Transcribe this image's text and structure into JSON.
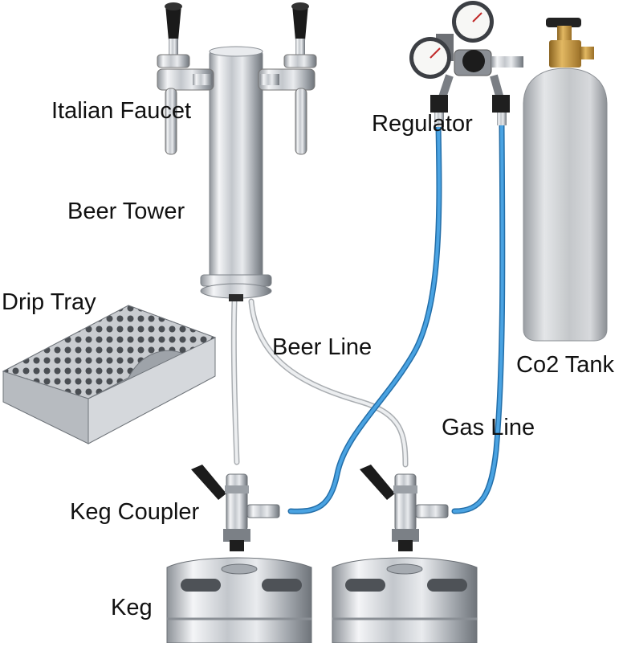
{
  "labels": {
    "italian_faucet": "Italian Faucet",
    "beer_tower": "Beer Tower",
    "drip_tray": "Drip Tray",
    "beer_line": "Beer Line",
    "regulator": "Regulator",
    "co2_tank": "Co2 Tank",
    "gas_line": "Gas Line",
    "keg_coupler": "Keg Coupler",
    "keg": "Keg"
  },
  "colors": {
    "gas_line": "#3e96d6",
    "beer_line": "#e4e6e8",
    "stainless": "#c9ccd0",
    "handle": "#1a1a1a",
    "brass": "#c8973a"
  }
}
